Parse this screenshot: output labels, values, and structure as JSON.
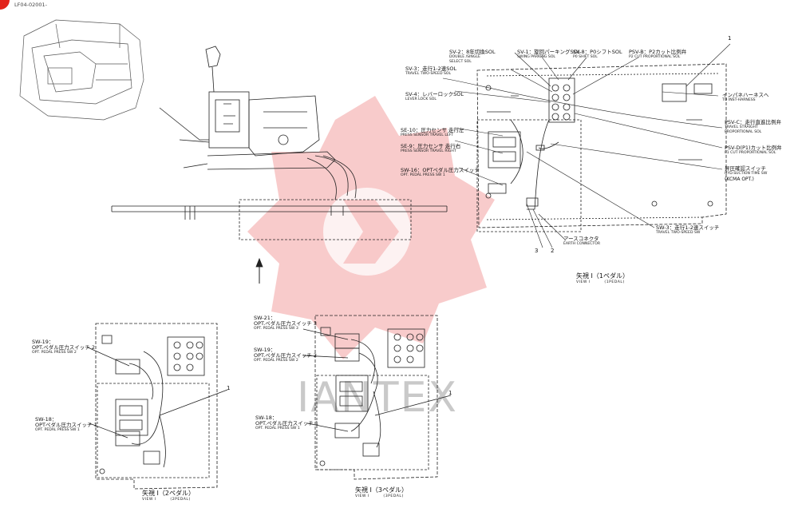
{
  "doc_number": "LF04-02001-",
  "watermark": "IANTEX",
  "colors": {
    "watermark_red": "#f5b3b3",
    "line": "#222222",
    "corner_mark": "#e2231a"
  },
  "view1": {
    "title": "矢視 Ⅰ（1ペダル）",
    "title_en": "VIEW I",
    "subtitle_en": "(1PEDAL)",
    "labels": {
      "sv2": {
        "jp": "SV-2：8年切換SOL",
        "en1": "DOUBLE /SINGLE",
        "en2": "SELECT SOL"
      },
      "sv1": {
        "jp": "SV-1：旋回パーキングSOL",
        "en": "SWING PARKING SOL"
      },
      "sv8": {
        "jp": "SV-8：P0シフトSOL",
        "en": "P0 SHIFT SOL"
      },
      "psvb": {
        "jp": "PSV-B：P2カット比例弁",
        "en": "P2 CUT PROPORTIONAL SOL"
      },
      "sv3": {
        "jp": "SV-3：走行1-2速SOL",
        "en": "TRAVEL TWO-SPEED SOL"
      },
      "sv4": {
        "jp": "SV-4：レバーロックSOL",
        "en": "LEVER LOCK SOL"
      },
      "se10": {
        "jp": "SE-10：圧力センサ 走行左",
        "en": "PRESS SENSOR TRAVEL LEFT"
      },
      "se9": {
        "jp": "SE-9：圧力センサ 走行右",
        "en": "PRESS SENSOR TRAVEL RIGHT"
      },
      "sw16": {
        "jp": "SW-16：OPTペダル圧力スイッチ",
        "en": "OPT. PEDAL PRESS SW 1"
      },
      "inpane": {
        "jp": "インパネハーネスへ",
        "en": "TO INST-HARNESS"
      },
      "psvc": {
        "jp": "PSV-C：走行直進比例弁",
        "en1": "TRAVEL STRAIGHT",
        "en2": "PROPORTIONAL SOL"
      },
      "psvd": {
        "jp": "PSV-D(P1)カット比例弁",
        "en": "P1 CUT PROPORTIONAL SOL"
      },
      "kcma": {
        "jp": "昇圧確認スイッチ",
        "en1": "HYD.SUCTION TIME SW",
        "en2": "(KCMA OPT.)"
      },
      "sw3": {
        "jp": "SW-3：走行1-2速スイッチ",
        "en": "TRAVEL TWO-SPEED SW"
      },
      "earth": {
        "jp": "アースコネクタ",
        "en": "EARTH CONNECTOR"
      }
    },
    "numbers": {
      "n1": "1",
      "n2": "2",
      "n3": "3"
    }
  },
  "view2": {
    "title": "矢視 Ⅰ（2ペダル）",
    "title_en": "VIEW I",
    "subtitle_en": "(2PEDAL)",
    "labels": {
      "sw19": {
        "jp1": "SW-19：",
        "jp2": "OPT.ペダル圧力スイッチ 2",
        "en": "OPT. PEDAL PRESS SW 2"
      },
      "sw18": {
        "jp1": "SW-18：",
        "jp2": "OPTペダル圧力スイッチ 1",
        "en": "OPT. PEDAL PRESS SW 1"
      }
    },
    "numbers": {
      "n1": "1"
    }
  },
  "view3": {
    "title": "矢視 Ⅰ（3ペダル）",
    "title_en": "VIEW I",
    "subtitle_en": "(3PEDAL)",
    "labels": {
      "sw21": {
        "jp1": "SW-21：",
        "jp2": "OPT.ペダル圧力スイッチ 3",
        "en": "OPT. PEDAL PRESS SW 3"
      },
      "sw19": {
        "jp1": "SW-19：",
        "jp2": "OPT.ペダル圧力スイッチ 2",
        "en": "OPT. PEDAL PRESS SW 2"
      },
      "sw18": {
        "jp1": "SW-18：",
        "jp2": "OPT.ペダル圧力スイッチ 1",
        "en": "OPT. PEDAL PRESS SW 1"
      }
    },
    "numbers": {
      "n1": "1"
    }
  }
}
